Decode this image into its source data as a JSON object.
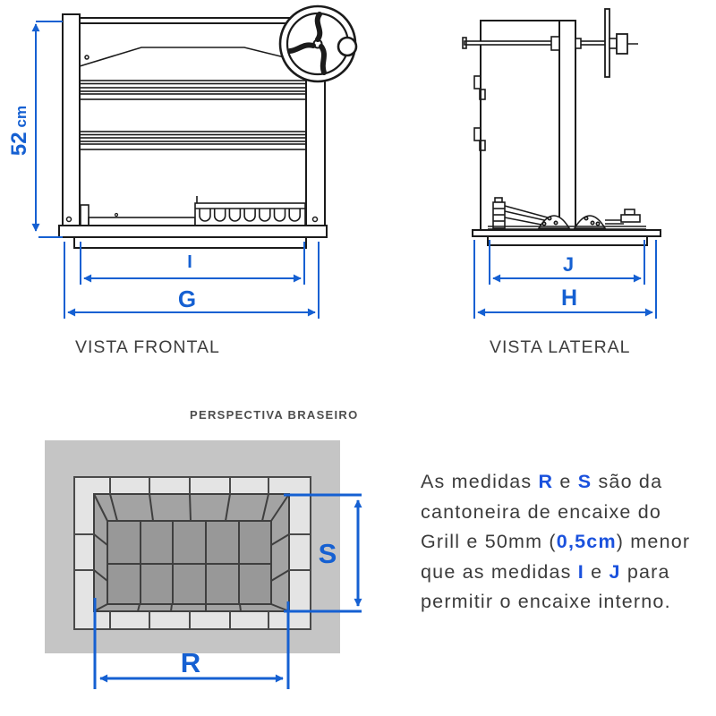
{
  "colors": {
    "dimension_blue": "#1560d2",
    "highlight_blue": "#1a51dd",
    "line_black": "#1b1b1b",
    "caption_gray": "#3d3d3d",
    "title_gray": "#4d4d4d",
    "body_text": "#3b3b3b",
    "braseiro_background": "#c5c5c5",
    "brick_light": "#e4e4e4",
    "pit_wall": "#a3a3a3",
    "pit_floor": "#989898"
  },
  "front_view": {
    "caption": "VISTA FRONTAL",
    "height_value": "52",
    "height_unit": "cm",
    "inner_width_label": "I",
    "outer_width_label": "G"
  },
  "side_view": {
    "caption": "VISTA LATERAL",
    "inner_depth_label": "J",
    "outer_depth_label": "H"
  },
  "braseiro": {
    "title": "PERSPECTIVA BRASEIRO",
    "width_label": "R",
    "depth_label": "S"
  },
  "note": {
    "segments": [
      {
        "t": "As medidas "
      },
      {
        "t": "R",
        "b": true
      },
      {
        "t": " e "
      },
      {
        "t": "S",
        "b": true
      },
      {
        "t": " são da"
      },
      {
        "br": true
      },
      {
        "t": "cantoneira de encaixe do"
      },
      {
        "br": true
      },
      {
        "t": "Grill e 50mm ("
      },
      {
        "t": "0,5cm",
        "b": true
      },
      {
        "t": ") menor"
      },
      {
        "br": true
      },
      {
        "t": "que as medidas "
      },
      {
        "t": "I",
        "b": true
      },
      {
        "t": " e "
      },
      {
        "t": "J",
        "b": true
      },
      {
        "t": " para"
      },
      {
        "br": true
      },
      {
        "t": "permitir o encaixe interno."
      }
    ]
  }
}
